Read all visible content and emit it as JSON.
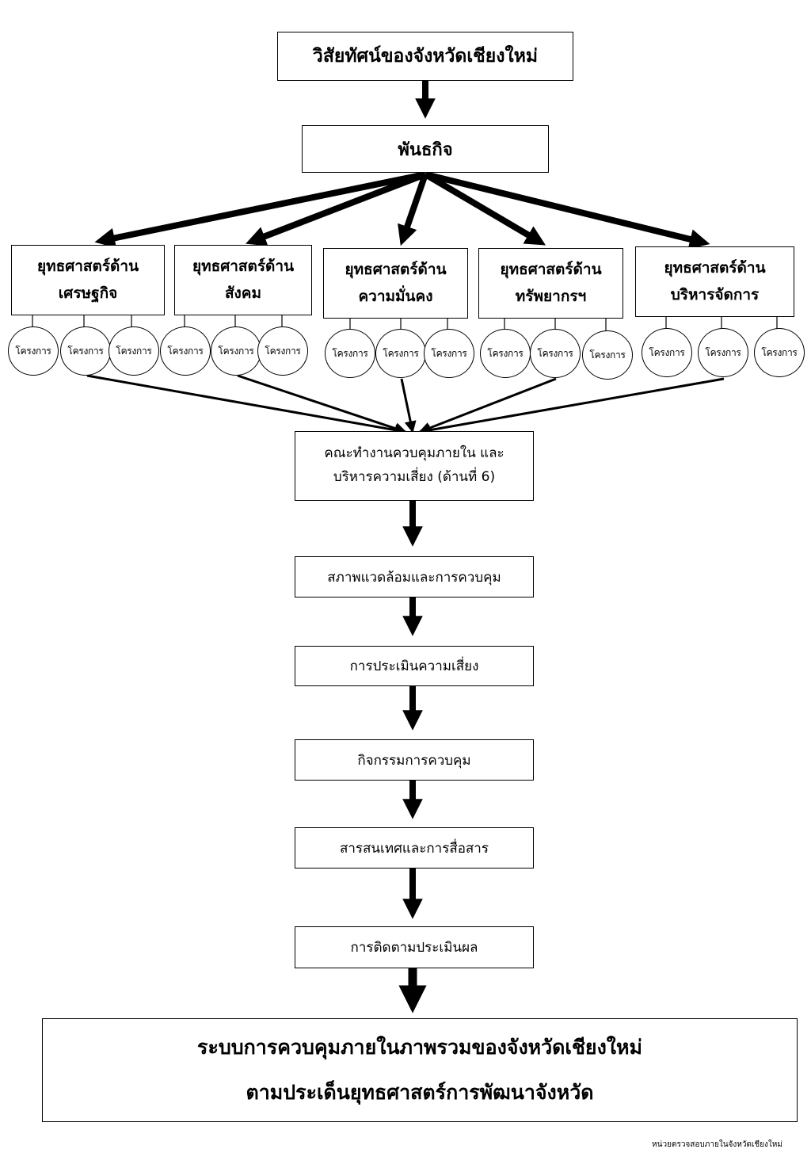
{
  "vision": "วิสัยทัศน์ของจังหวัดเชียงใหม่",
  "mission": "พันธกิจ",
  "strategies": [
    {
      "line1": "ยุทธศาสตร์ด้าน",
      "line2": "เศรษฐกิจ"
    },
    {
      "line1": "ยุทธศาสตร์ด้าน",
      "line2": "สังคม"
    },
    {
      "line1": "ยุทธศาสตร์ด้าน",
      "line2": "ความมั่นคง"
    },
    {
      "line1": "ยุทธศาสตร์ด้าน",
      "line2": "ทรัพยากรฯ"
    },
    {
      "line1": "ยุทธศาสตร์ด้าน",
      "line2": "บริหารจัดการ"
    }
  ],
  "project_label": "โครงการ",
  "committee": {
    "line1": "คณะทำงานควบคุมภายใน และ",
    "line2": "บริหารความเสี่ยง (ด้านที่ 6)"
  },
  "steps": [
    "สภาพแวดล้อมและการควบคุม",
    "การประเมินความเสี่ยง",
    "กิจกรรมการควบคุม",
    "สารสนเทศและการสื่อสาร",
    "การติดตามประเมินผล"
  ],
  "result": {
    "line1": "ระบบการควบคุมภายในภาพรวมของจังหวัดเชียงใหม่",
    "line2": "ตามประเด็นยุทธศาสตร์การพัฒนาจังหวัด"
  },
  "footer": "หน่วยตรวจสอบภายในจังหวัดเชียงใหม่"
}
